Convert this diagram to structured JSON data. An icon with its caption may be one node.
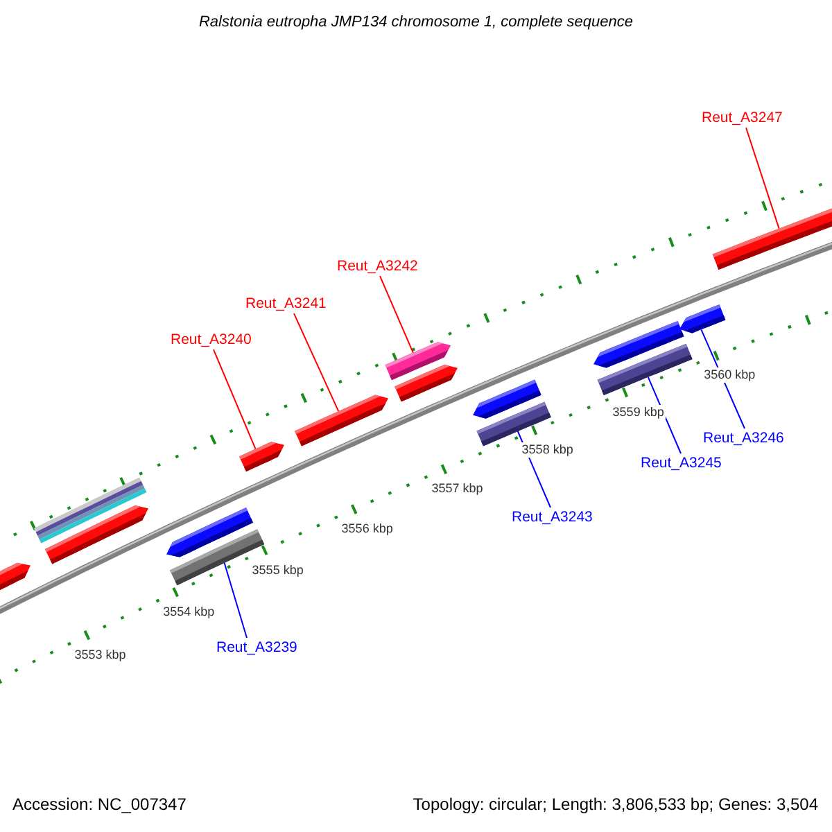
{
  "diagram": {
    "title": "Ralstonia eutropha JMP134 chromosome 1, complete sequence",
    "nodes": [
      {
        "text": [
          "Reut_A3247"
        ]
      },
      {
        "text": [
          "Reut_A3242"
        ]
      },
      {
        "text": [
          "Reut_A3241"
        ]
      },
      {
        "text": [
          "Reut_A3240"
        ]
      },
      {
        "text": [
          "Reut_A3246"
        ]
      },
      {
        "text": [
          "Reut_A3245"
        ]
      },
      {
        "text": [
          "Reut_A3243"
        ]
      },
      {
        "text": [
          "Reut_A3239"
        ]
      },
      {
        "text": [],
        "shape": "arrow"
      },
      {
        "text": [],
        "shape": "bar"
      },
      {
        "text": [],
        "shape": "arrow"
      },
      {
        "text": [],
        "shape": "arrow"
      },
      {
        "text": [],
        "shape": "bar"
      },
      {
        "text": [],
        "shape": "arrow"
      },
      {
        "text": [],
        "shape": "arrow"
      },
      {
        "text": [],
        "shape": "arrow"
      },
      {
        "text": [],
        "shape": "arrow"
      },
      {
        "text": [],
        "shape": "arrow"
      },
      {
        "text": [],
        "shape": "bar"
      },
      {
        "text": [],
        "shape": "arrow"
      },
      {
        "text": [],
        "shape": "bar"
      },
      {
        "text": [],
        "shape": "arrow"
      },
      {
        "text": [],
        "shape": "arrow"
      }
    ],
    "edges": [
      {
        "from": 0,
        "to": 22,
        "arrow": "none",
        "color": "#ff0000"
      },
      {
        "from": 1,
        "to": 15,
        "arrow": "none",
        "color": "#ff0000"
      },
      {
        "from": 2,
        "to": 14,
        "arrow": "none",
        "color": "#ff0000"
      },
      {
        "from": 3,
        "to": 13,
        "arrow": "none",
        "color": "#ff0000"
      },
      {
        "from": 4,
        "to": 21,
        "arrow": "none",
        "color": "#0000ff"
      },
      {
        "from": 5,
        "to": 20,
        "arrow": "none",
        "color": "#0000ff"
      },
      {
        "from": 6,
        "to": 18,
        "arrow": "none",
        "color": "#0000ff"
      },
      {
        "from": 7,
        "to": 12,
        "arrow": "none",
        "color": "#0000ff"
      }
    ],
    "labels": [
      "3553 kbp",
      "3554 kbp",
      "3555 kbp",
      "3556 kbp",
      "3557 kbp",
      "3558 kbp",
      "3559 kbp",
      "3560 kbp",
      "Accession: NC_007347",
      "Topology: circular; Length: 3,806,533 bp; Genes: 3,504"
    ]
  }
}
